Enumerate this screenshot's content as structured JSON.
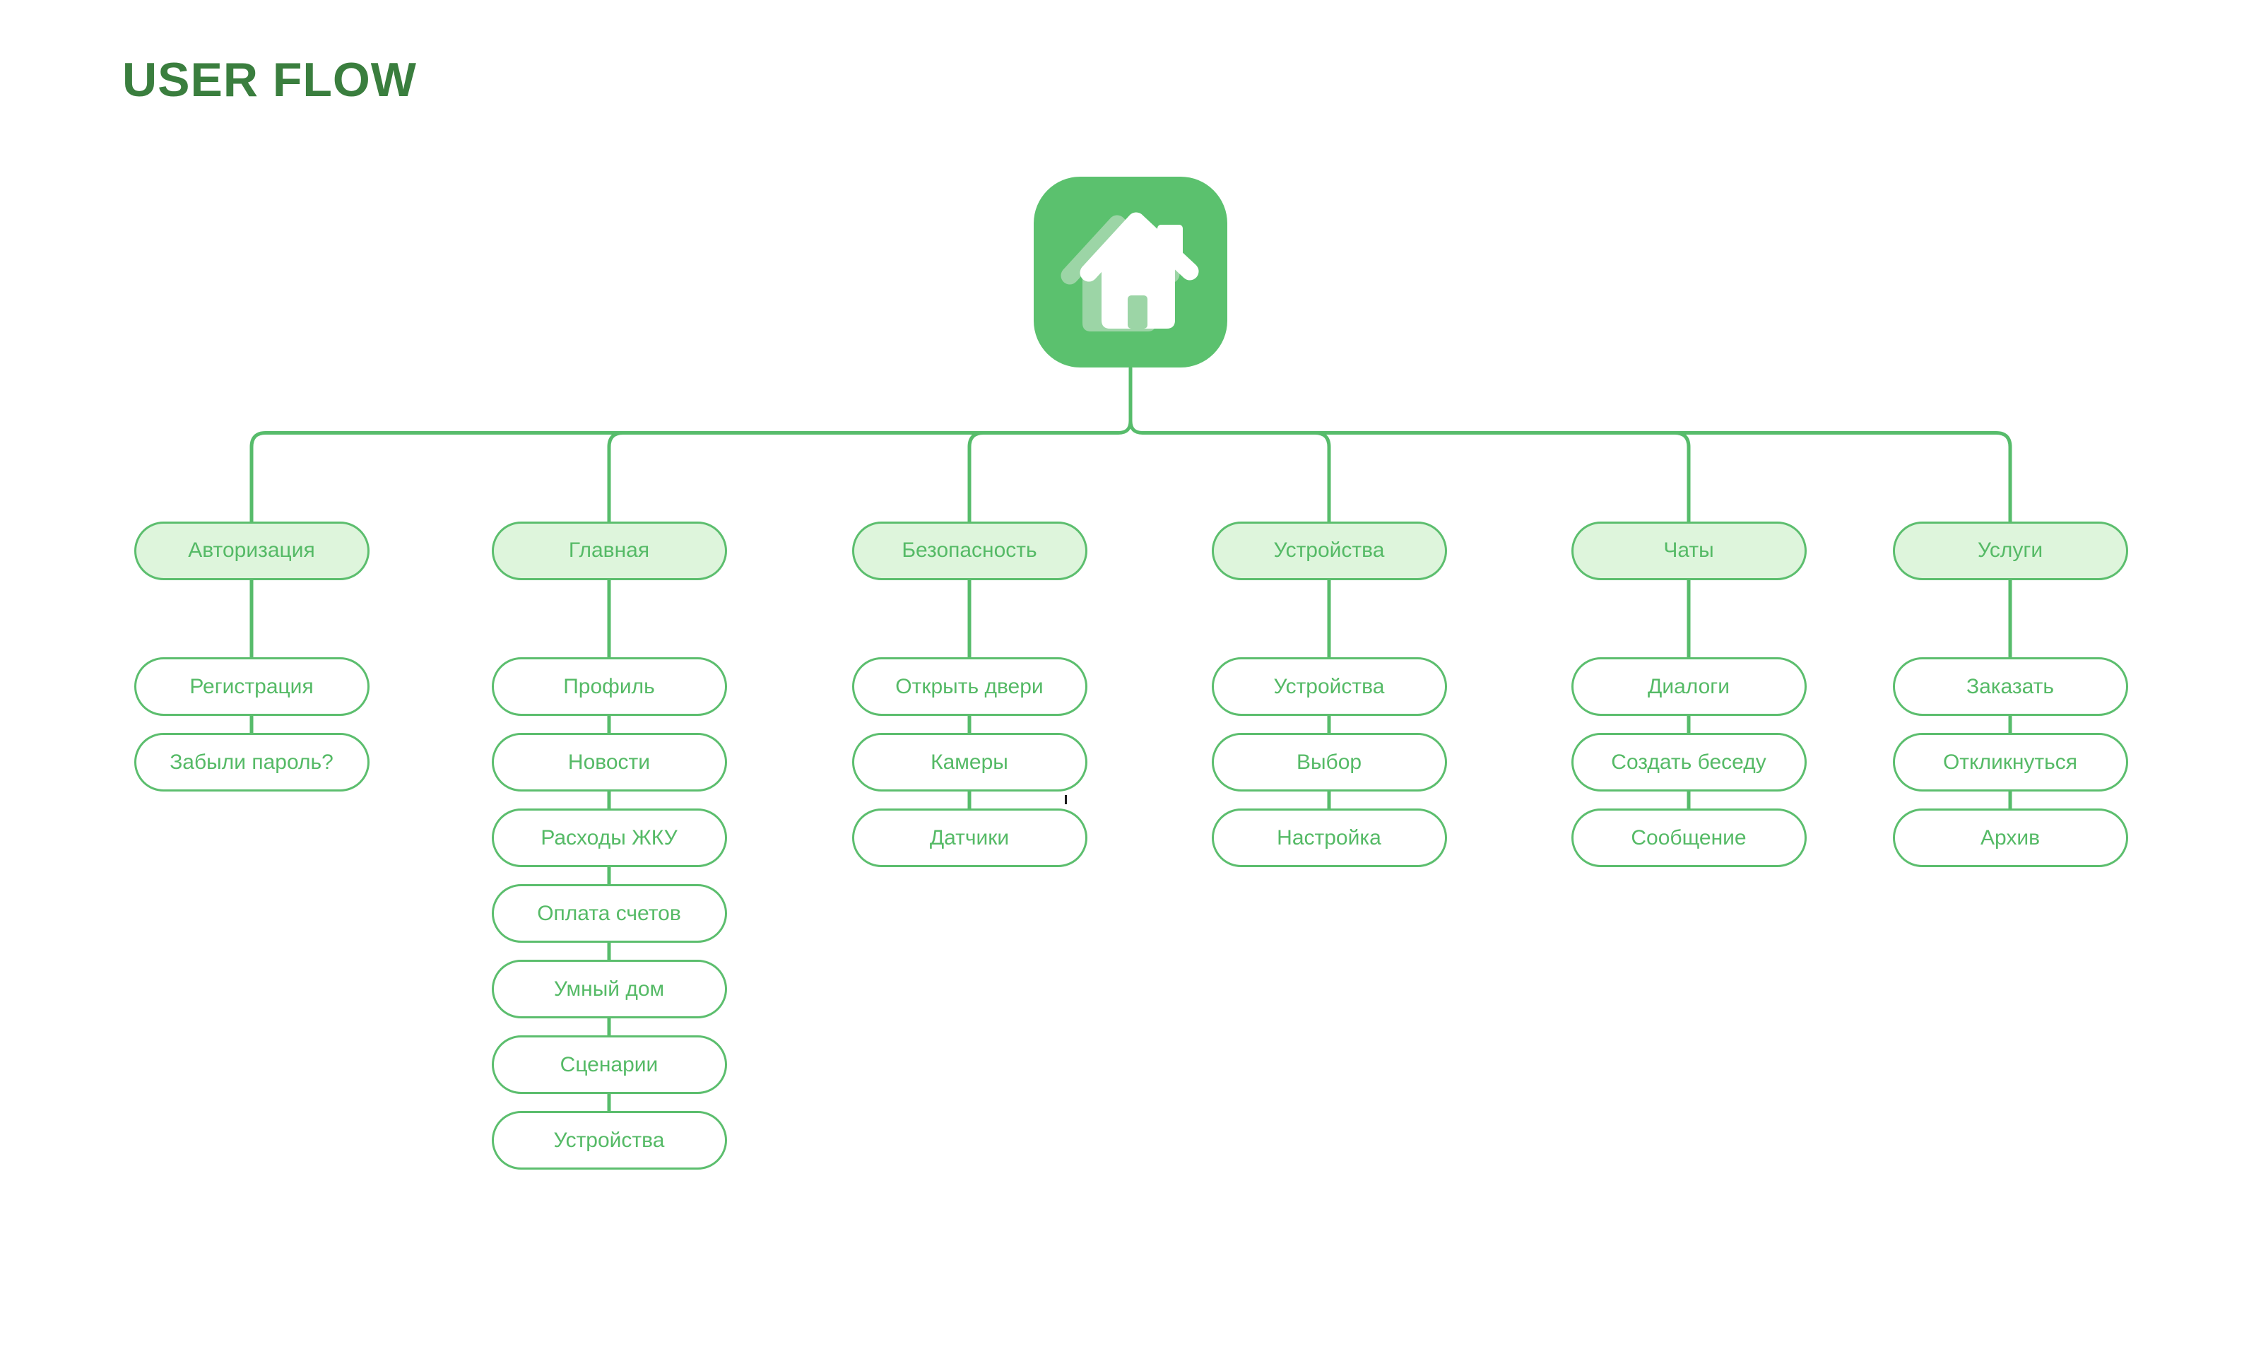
{
  "title": "USER FLOW",
  "colors": {
    "background": "#ffffff",
    "title_text": "#3a7e3e",
    "line_green": "#57bc6b",
    "node_border": "#5cbe6e",
    "node_text": "#55ba66",
    "header_fill": "#def5dc",
    "child_fill": "#ffffff",
    "icon_bg": "#5bc16e",
    "icon_house_front": "#ffffff",
    "icon_house_shadow": "#9cd5a6"
  },
  "root_icon": "home-icon",
  "flow": {
    "columns": [
      {
        "label": "Авторизация",
        "children": [
          "Регистрация",
          "Забыли пароль?"
        ]
      },
      {
        "label": "Главная",
        "children": [
          "Профиль",
          "Новости",
          "Расходы ЖКУ",
          "Оплата счетов",
          "Умный дом",
          "Сценарии",
          "Устройства"
        ]
      },
      {
        "label": "Безопасность",
        "children": [
          "Открыть двери",
          "Камеры",
          "Датчики"
        ]
      },
      {
        "label": "Устройства",
        "children": [
          "Устройства",
          "Выбор",
          "Настройка"
        ]
      },
      {
        "label": "Чаты",
        "children": [
          "Диалоги",
          "Создать беседу",
          "Сообщение"
        ]
      },
      {
        "label": "Услуги",
        "children": [
          "Заказать",
          "Откликнуться",
          "Архив"
        ]
      }
    ]
  }
}
